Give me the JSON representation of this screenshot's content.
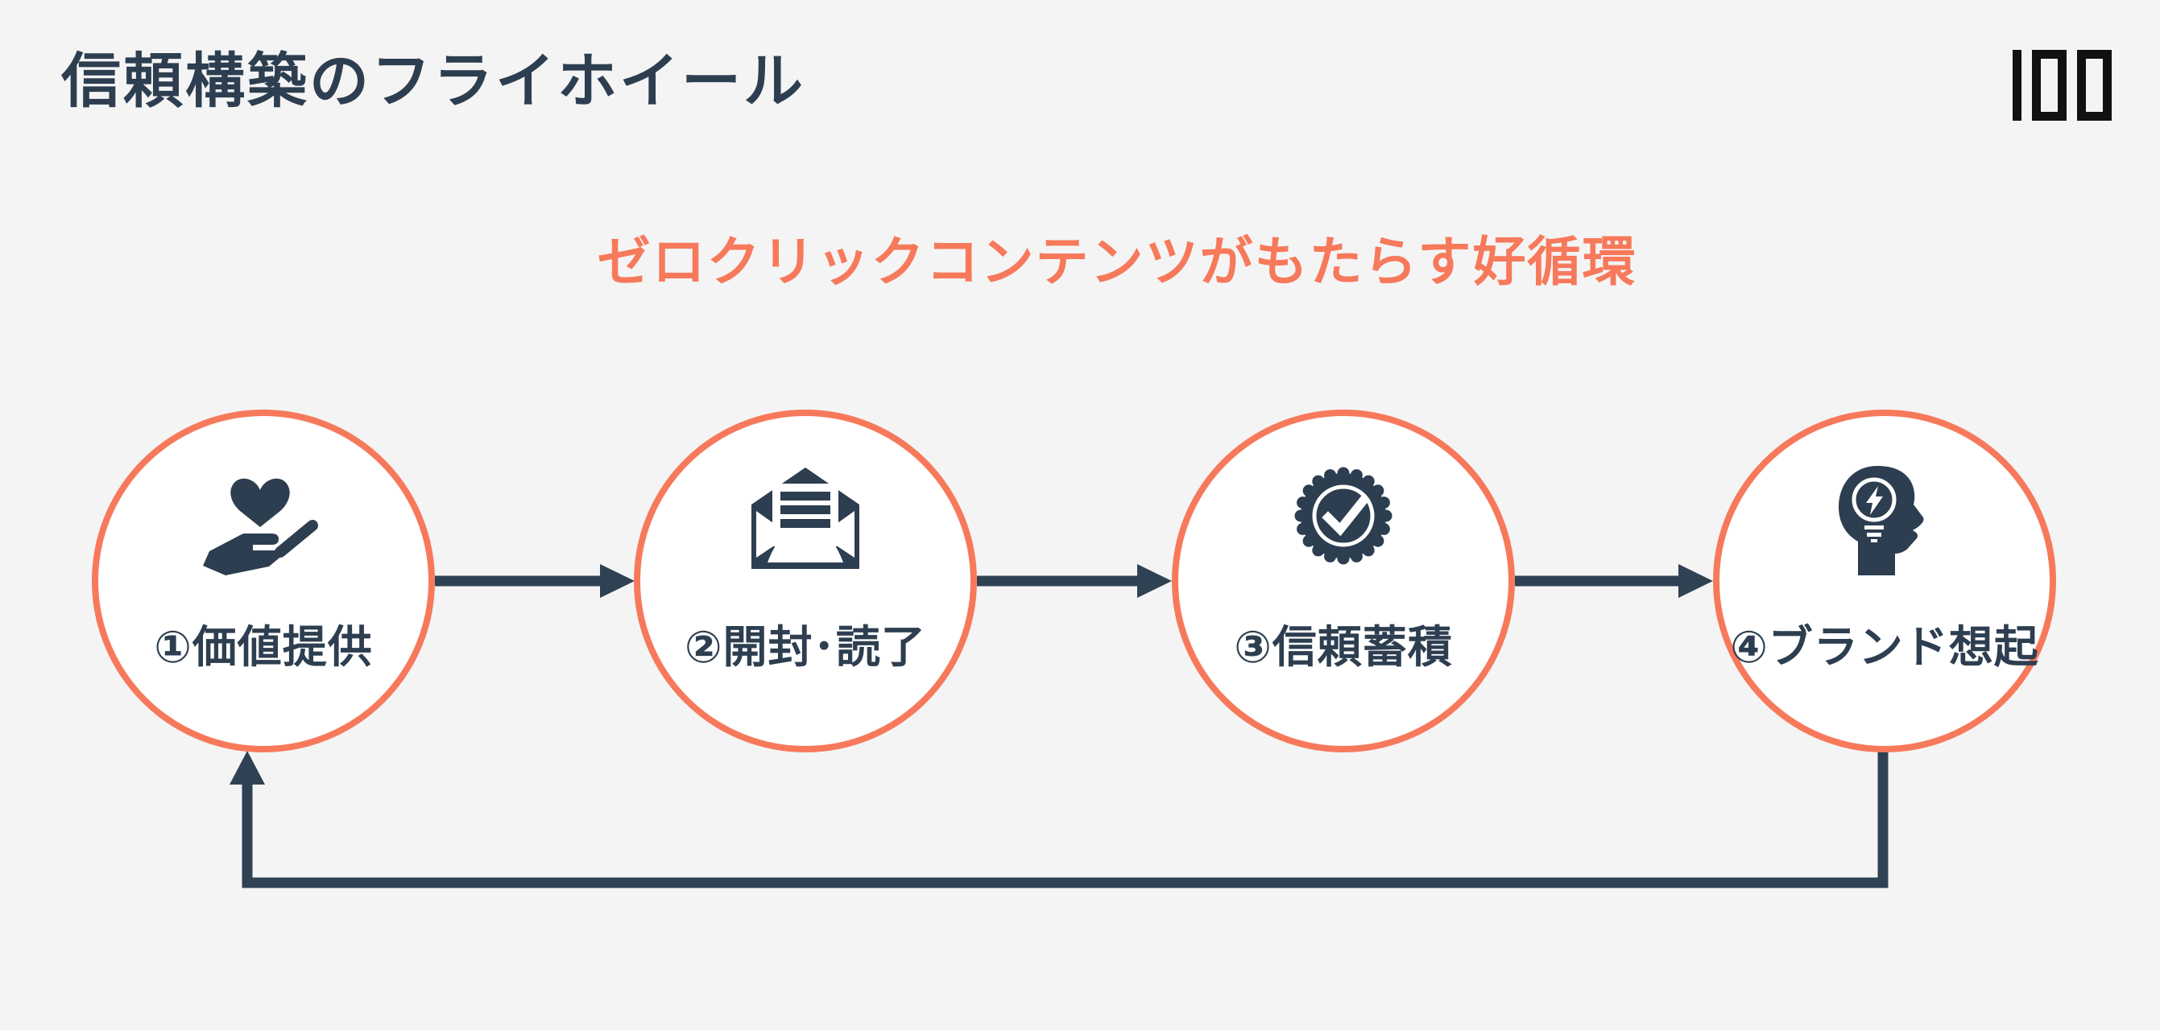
{
  "colors": {
    "background": "#F4F4F4",
    "accent_orange": "#F7795B",
    "navy": "#2D3E50",
    "arrow_navy": "#2F4254",
    "logo_black": "#111111",
    "circle_fill": "#FFFFFF"
  },
  "header": {
    "title": "信頼構築のフライホイール",
    "logo_text": "100"
  },
  "subtitle": "ゼロクリックコンテンツがもたらす好循環",
  "flow": {
    "steps": [
      {
        "label": "①価値提供",
        "icon": "hand-heart-icon"
      },
      {
        "label": "②開封･読了",
        "icon": "open-envelope-icon"
      },
      {
        "label": "③信頼蓄積",
        "icon": "badge-check-icon"
      },
      {
        "label": "④ブランド想起",
        "icon": "head-lightbulb-icon"
      }
    ],
    "connections": [
      {
        "from": "①価値提供",
        "to": "②開封･読了",
        "type": "arrow-right"
      },
      {
        "from": "②開封･読了",
        "to": "③信頼蓄積",
        "type": "arrow-right"
      },
      {
        "from": "③信頼蓄積",
        "to": "④ブランド想起",
        "type": "arrow-right"
      },
      {
        "from": "④ブランド想起",
        "to": "①価値提供",
        "type": "loop-back-arrow"
      }
    ]
  }
}
